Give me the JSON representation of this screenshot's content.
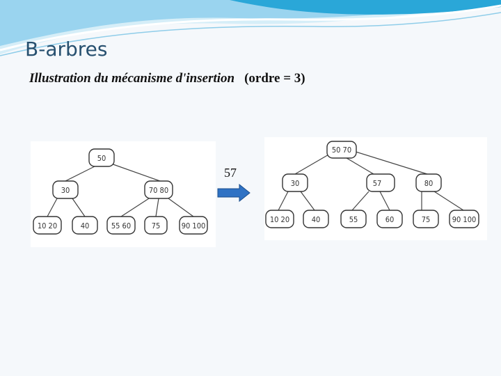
{
  "slide": {
    "title": "B-arbres",
    "subtitle_main": "Illustration du mécanisme d'insertion",
    "subtitle_order": "(ordre = 3)",
    "insert_value": "57",
    "colors": {
      "banner": "#2aa7d8",
      "title": "#27506f",
      "arrow": "#2f72c4"
    }
  },
  "tree_before": {
    "root": "50",
    "level1": [
      "30",
      "70 80"
    ],
    "leaves": [
      "10 20",
      "40",
      "55 60",
      "75",
      "90 100"
    ]
  },
  "tree_after": {
    "root": "50 70",
    "level1": [
      "30",
      "57",
      "80"
    ],
    "leaves": [
      "10 20",
      "40",
      "55",
      "60",
      "75",
      "90 100"
    ]
  }
}
